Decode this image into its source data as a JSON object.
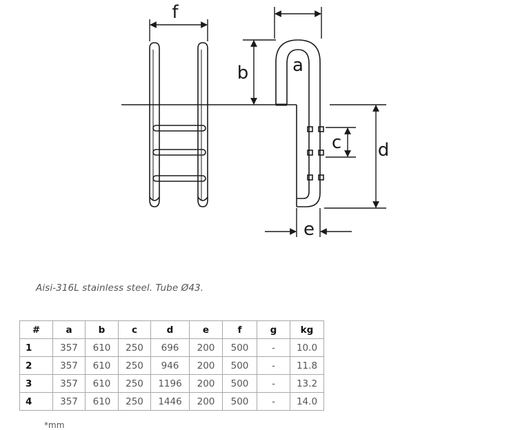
{
  "diagram": {
    "labels": {
      "a": "a",
      "b": "b",
      "c": "c",
      "d": "d",
      "e": "e",
      "f": "f"
    }
  },
  "caption": "Aisi-316L stainless steel. Tube Ø43.",
  "table": {
    "headers": [
      "#",
      "a",
      "b",
      "c",
      "d",
      "e",
      "f",
      "g",
      "kg"
    ],
    "rows": [
      [
        "1",
        "357",
        "610",
        "250",
        "696",
        "200",
        "500",
        "-",
        "10.0"
      ],
      [
        "2",
        "357",
        "610",
        "250",
        "946",
        "200",
        "500",
        "-",
        "11.8"
      ],
      [
        "3",
        "357",
        "610",
        "250",
        "1196",
        "200",
        "500",
        "-",
        "13.2"
      ],
      [
        "4",
        "357",
        "610",
        "250",
        "1446",
        "200",
        "500",
        "-",
        "14.0"
      ]
    ]
  },
  "footnote": "*mm"
}
